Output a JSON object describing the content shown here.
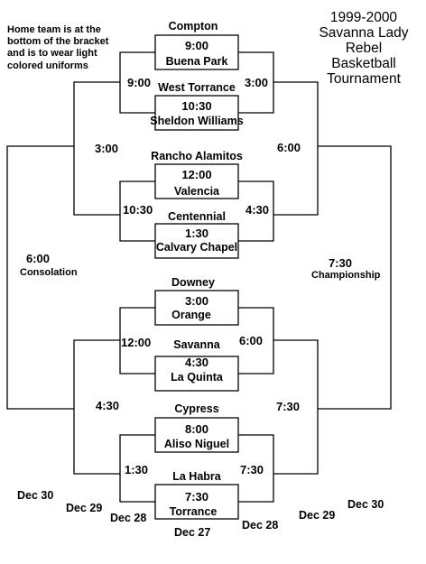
{
  "title_lines": [
    "1999-2000",
    "Savanna Lady",
    "Rebel",
    "Basketball",
    "Tournament"
  ],
  "note": [
    "Home team is at the",
    "bottom of the bracket",
    "and is to wear light",
    "colored uniforms"
  ],
  "labels": {
    "consolation": "Consolation",
    "championship": "Championship"
  },
  "games": [
    {
      "time": "9:00",
      "teams": [
        "Compton",
        "Buena Park"
      ]
    },
    {
      "time": "10:30",
      "teams": [
        "West Torrance",
        "Sheldon Williams"
      ]
    },
    {
      "time": "12:00",
      "teams": [
        "Rancho Alamitos",
        "Valencia"
      ]
    },
    {
      "time": "1:30",
      "teams": [
        "Centennial",
        "Calvary Chapel"
      ]
    },
    {
      "time": "3:00",
      "teams": [
        "Downey",
        "Orange"
      ]
    },
    {
      "time": "4:30",
      "teams": [
        "Savanna",
        "La Quinta"
      ]
    },
    {
      "time": "8:00",
      "teams": [
        "Cypress",
        "Aliso Niguel"
      ]
    },
    {
      "time": "7:30",
      "teams": [
        "La Habra",
        "Torrance"
      ]
    }
  ],
  "round2": {
    "left": [
      "9:00",
      "10:30",
      "12:00",
      "1:30"
    ],
    "right": [
      "3:00",
      "4:30",
      "6:00",
      "7:30"
    ]
  },
  "round3": {
    "left": [
      "3:00",
      "4:30"
    ],
    "right": [
      "6:00",
      "7:30"
    ]
  },
  "final": {
    "consolation": "6:00",
    "championship": "7:30"
  },
  "dates": {
    "first_round": "Dec 27",
    "left_round2": "Dec 28",
    "right_round2": "Dec 28",
    "left_round3": "Dec 29",
    "right_round3": "Dec 29",
    "left_final": "Dec 30",
    "right_final": "Dec 30"
  }
}
